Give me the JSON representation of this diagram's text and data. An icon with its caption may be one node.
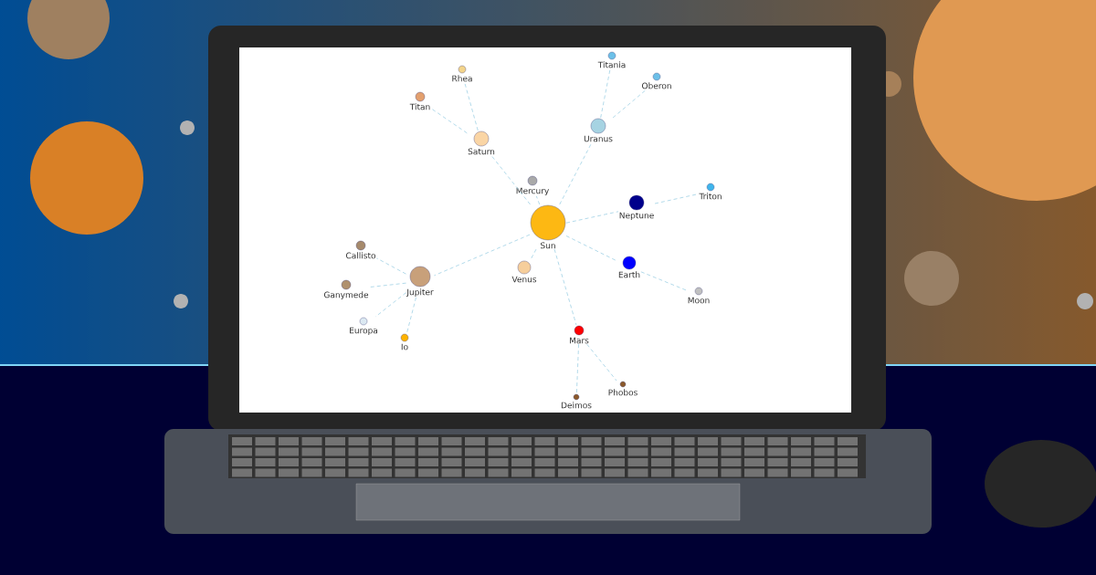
{
  "diagram": {
    "nodes": [
      {
        "text": [
          "Titania"
        ]
      },
      {
        "text": [
          "Oberon"
        ]
      },
      {
        "text": [
          "Rhea"
        ]
      },
      {
        "text": [
          "Titan"
        ]
      },
      {
        "text": [
          "Uranus"
        ]
      },
      {
        "text": [
          "Saturn"
        ]
      },
      {
        "text": [
          "Mercury"
        ]
      },
      {
        "text": [
          "Triton"
        ]
      },
      {
        "text": [
          "Neptune"
        ]
      },
      {
        "text": [
          "Sun"
        ]
      },
      {
        "text": [
          "Callisto"
        ]
      },
      {
        "text": [
          "Earth"
        ]
      },
      {
        "text": [
          "Venus"
        ]
      },
      {
        "text": [
          "Jupiter"
        ]
      },
      {
        "text": [
          "Ganymede"
        ]
      },
      {
        "text": [
          "Moon"
        ]
      },
      {
        "text": [
          "Europa"
        ]
      },
      {
        "text": [
          "Mars"
        ]
      },
      {
        "text": [
          "Io"
        ]
      },
      {
        "text": [
          "Phobos"
        ]
      },
      {
        "text": [
          "Deimos"
        ]
      }
    ],
    "edges": [
      {
        "from": 9,
        "to": 6,
        "arrow": "none"
      },
      {
        "from": 9,
        "to": 12,
        "arrow": "none"
      },
      {
        "from": 9,
        "to": 11,
        "arrow": "none"
      },
      {
        "from": 9,
        "to": 17,
        "arrow": "none"
      },
      {
        "from": 9,
        "to": 13,
        "arrow": "none"
      },
      {
        "from": 9,
        "to": 5,
        "arrow": "none"
      },
      {
        "from": 9,
        "to": 4,
        "arrow": "none"
      },
      {
        "from": 9,
        "to": 8,
        "arrow": "none"
      },
      {
        "from": 11,
        "to": 15,
        "arrow": "none"
      },
      {
        "from": 17,
        "to": 19,
        "arrow": "none"
      },
      {
        "from": 17,
        "to": 20,
        "arrow": "none"
      },
      {
        "from": 13,
        "to": 18,
        "arrow": "none"
      },
      {
        "from": 13,
        "to": 16,
        "arrow": "none"
      },
      {
        "from": 13,
        "to": 14,
        "arrow": "none"
      },
      {
        "from": 13,
        "to": 10,
        "arrow": "none"
      },
      {
        "from": 5,
        "to": 3,
        "arrow": "none"
      },
      {
        "from": 5,
        "to": 2,
        "arrow": "none"
      },
      {
        "from": 4,
        "to": 0,
        "arrow": "none"
      },
      {
        "from": 4,
        "to": 1,
        "arrow": "none"
      },
      {
        "from": 8,
        "to": 7,
        "arrow": "none"
      }
    ]
  }
}
